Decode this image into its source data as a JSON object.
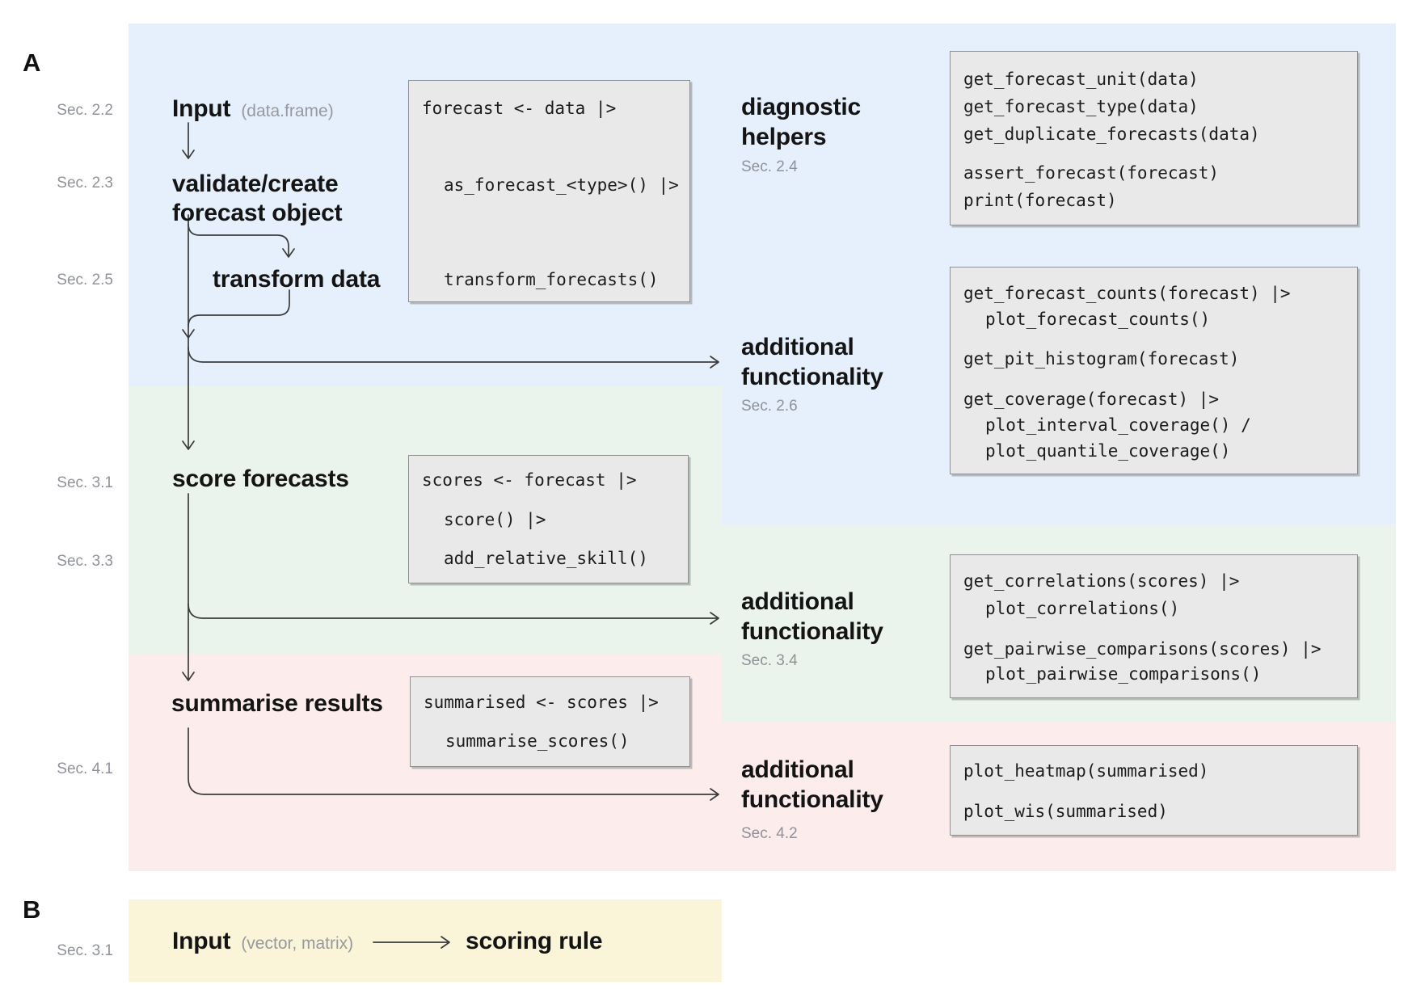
{
  "panel_a_label": "A",
  "panel_b_label": "B",
  "section_labels": {
    "s22": "Sec. 2.2",
    "s23": "Sec. 2.3",
    "s25": "Sec. 2.5",
    "s31": "Sec. 3.1",
    "s33": "Sec. 3.3",
    "s41": "Sec. 4.1",
    "b31": "Sec. 3.1"
  },
  "flow": {
    "input": {
      "label": "Input",
      "note": "(data.frame)"
    },
    "validate": "validate/create forecast object",
    "transform": "transform data",
    "score": "score forecasts",
    "summarise": "summarise results"
  },
  "right_sections": {
    "diagnostic": {
      "title": "diagnostic helpers",
      "sec": "Sec. 2.4"
    },
    "func26": {
      "title": "additional functionality",
      "sec": "Sec. 2.6"
    },
    "func34": {
      "title": "additional functionality",
      "sec": "Sec. 3.4"
    },
    "func42": {
      "title": "additional functionality",
      "sec": "Sec. 4.2"
    }
  },
  "code_boxes": {
    "pipeline": {
      "lines": [
        "forecast <- data |>",
        "as_forecast_<type>() |>",
        "transform_forecasts()"
      ]
    },
    "scores": {
      "lines": [
        "scores <- forecast |>",
        "score() |>",
        "add_relative_skill()"
      ]
    },
    "summarised": {
      "lines": [
        "summarised <- scores |>",
        "summarise_scores()"
      ]
    },
    "diagnostic": {
      "lines": [
        "get_forecast_unit(data)",
        "get_forecast_type(data)",
        "get_duplicate_forecasts(data)",
        "assert_forecast(forecast)",
        "print(forecast)"
      ]
    },
    "func26": {
      "lines": [
        "get_forecast_counts(forecast) |>",
        "plot_forecast_counts()",
        "get_pit_histogram(forecast)",
        "get_coverage(forecast) |>",
        "plot_interval_coverage() /",
        "plot_quantile_coverage()"
      ]
    },
    "func34": {
      "lines": [
        "get_correlations(scores) |>",
        "plot_correlations()",
        "get_pairwise_comparisons(scores) |>",
        "plot_pairwise_comparisons()"
      ]
    },
    "func42": {
      "lines": [
        "plot_heatmap(summarised)",
        "plot_wis(summarised)"
      ]
    }
  },
  "panel_b": {
    "input": {
      "label": "Input",
      "note": "(vector, matrix)"
    },
    "target": "scoring rule"
  },
  "colors": {
    "blue": "#e6f0fc",
    "green": "#eaf4ec",
    "pink": "#fcecec",
    "yellow": "#faf4d9",
    "box_bg": "#e9e9e9",
    "box_border": "#8f9094",
    "arrow": "#3b3b3b",
    "muted_text": "#8f9298"
  }
}
